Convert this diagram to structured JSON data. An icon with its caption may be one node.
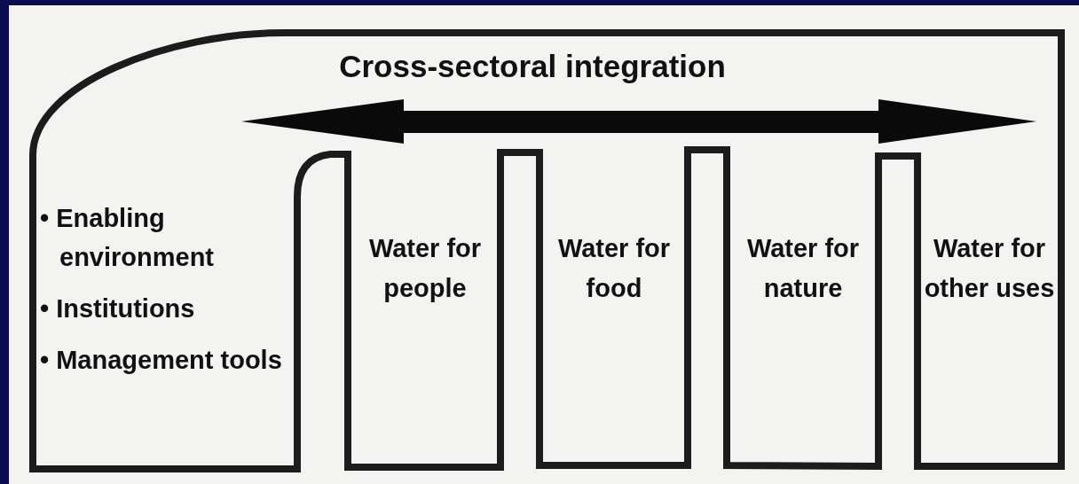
{
  "diagram": {
    "nodes": [
      {
        "text": [
          "Cross-sectoral integration"
        ]
      },
      {
        "text": [
          "• Enabling environment",
          "• Institutions",
          "• Management tools"
        ],
        "in": 0
      },
      {
        "text": [
          "Water for people"
        ],
        "in": 0
      },
      {
        "text": [
          "Water for food"
        ],
        "in": 0
      },
      {
        "text": [
          "Water for nature"
        ],
        "in": 0
      },
      {
        "text": [
          "Water for other uses"
        ],
        "in": 0
      }
    ]
  }
}
